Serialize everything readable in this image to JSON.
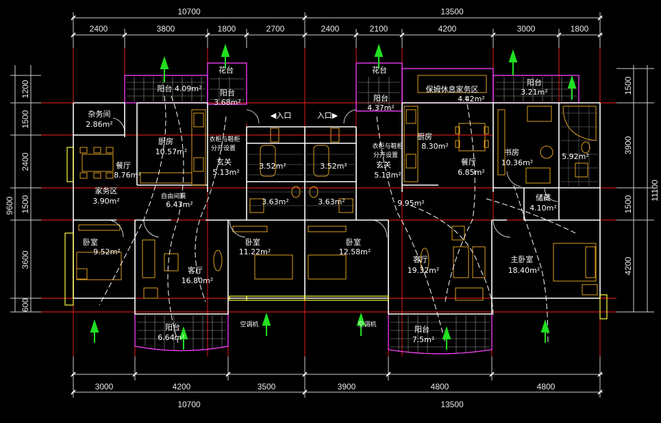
{
  "dimensions": {
    "top_total": [
      "10700",
      "13500"
    ],
    "top_segments": [
      "2400",
      "3800",
      "1800",
      "2700",
      "2400",
      "2100",
      "4200",
      "3000",
      "1800"
    ],
    "bottom_segments": [
      "3000",
      "4200",
      "3500",
      "3900",
      "4800",
      "4800"
    ],
    "bottom_total": [
      "10700",
      "13500"
    ],
    "left_segments": [
      "1200",
      "1500",
      "2400",
      "1500",
      "3600",
      "600"
    ],
    "left_total": "9600",
    "right_segments": [
      "1500",
      "3900",
      "1500",
      "4200"
    ],
    "right_total": "11100"
  },
  "rooms": {
    "hua_tai_left": "花台",
    "hua_tai_right": "花台",
    "yang_tai_top_left": "阳台 4.09m²",
    "yang_tai_left_name": "阳台",
    "yang_tai_left_area": "3.68m²",
    "yang_tai_right_name": "阳台",
    "yang_tai_right_area": "4.37m²",
    "baomu_name": "保姆休息家务区",
    "baomu_area": "4.42m²",
    "yang_tai_top_right_name": "阳台",
    "yang_tai_top_right_area": "3.21m²",
    "za_wu_name": "杂务间",
    "za_wu_area": "2.86m²",
    "chu_fang_left_name": "厨房",
    "chu_fang_left_area": "10.57m²",
    "chu_fang_right_name": "厨房",
    "chu_fang_right_area": "8.30m²",
    "entry_left": "◀入口",
    "entry_right": "入口▶",
    "closet_left_1": "衣柜与鞋柜",
    "closet_left_2": "分开设置",
    "closet_right_1": "衣柜与鞋柜",
    "closet_right_2": "分开设置",
    "xuan_guan_left_name": "玄关",
    "xuan_guan_left_area": "5.13m²",
    "xuan_guan_right_name": "玄关",
    "xuan_guan_right_area": "5.13m²",
    "bath_1": "3.52m²",
    "bath_2": "3.52m²",
    "bath_3": "3.63m²",
    "bath_4": "3.63m²",
    "can_ting_left_name": "餐厅",
    "can_ting_left_area": "8.76m²",
    "can_ting_right_name": "餐厅",
    "can_ting_right_area": "6.85m²",
    "shu_fang_name": "书房",
    "shu_fang_area": "10.36m²",
    "bath_master": "5.92m²",
    "jia_wu_name": "家务区",
    "jia_wu_area": "3.90m²",
    "ziyou_name": "自由间隔",
    "ziyou_area": "6.43m²",
    "corridor_area": "9.95m²",
    "chu_cang_name": "储藏",
    "chu_cang_area": "4.10m²",
    "wo_shi_1_name": "卧室",
    "wo_shi_1_area": "9.52m²",
    "ke_ting_left_name": "客厅",
    "ke_ting_left_area": "16.80m²",
    "wo_shi_2_name": "卧室",
    "wo_shi_2_area": "11.22m²",
    "wo_shi_3_name": "卧室",
    "wo_shi_3_area": "12.58m²",
    "ke_ting_right_name": "客厅",
    "ke_ting_right_area": "19.32m²",
    "zhu_wo_name": "主卧室",
    "zhu_wo_area": "18.40m²",
    "kong_tiao_1": "空调机",
    "kong_tiao_2": "空调机",
    "yang_tai_bottom_left_name": "阳台",
    "yang_tai_bottom_left_area": "6.64m²",
    "yang_tai_bottom_right_name": "阳台",
    "yang_tai_bottom_right_area": "7.5m²"
  },
  "colors": {
    "wall": "#ffffff",
    "axis": "#ff2020",
    "furniture": "#e0a020",
    "balcony": "#ff40ff",
    "window": "#ffff40",
    "dimension": "#d0d0d0",
    "arrow": "#20e020"
  }
}
